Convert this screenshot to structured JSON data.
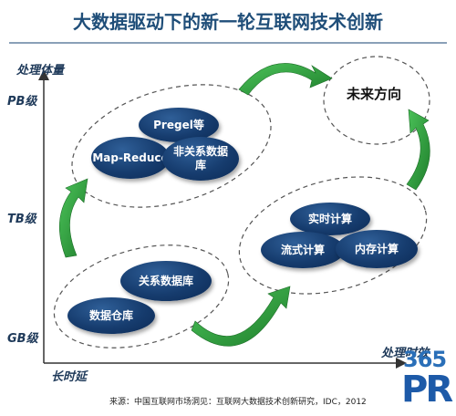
{
  "title": "大数据驱动下的新一轮互联网技术创新",
  "axes": {
    "y_title": "处理体量",
    "y_levels": [
      "PB级",
      "TB级",
      "GB级"
    ],
    "x_title": "处理时效",
    "x_origin": "长时延"
  },
  "clusters": {
    "top": {
      "nodes": [
        "Pregel等",
        "Map-Reduce",
        "非关系数据库"
      ]
    },
    "bottom": {
      "nodes": [
        "关系数据库",
        "数据仓库"
      ]
    },
    "right": {
      "nodes": [
        "实时计算",
        "流式计算",
        "内存计算"
      ]
    },
    "future": {
      "label": "未来方向"
    }
  },
  "caption": "来源：中国互联网市场洞见：互联网大数据技术创新研究，IDC，2012",
  "watermark": {
    "number": "365",
    "letters": "PR"
  },
  "colors": {
    "node_fill": "#163c6e",
    "arrow": "#2e9a3c",
    "title": "#1f4e79",
    "axis": "#1f3a5a"
  }
}
